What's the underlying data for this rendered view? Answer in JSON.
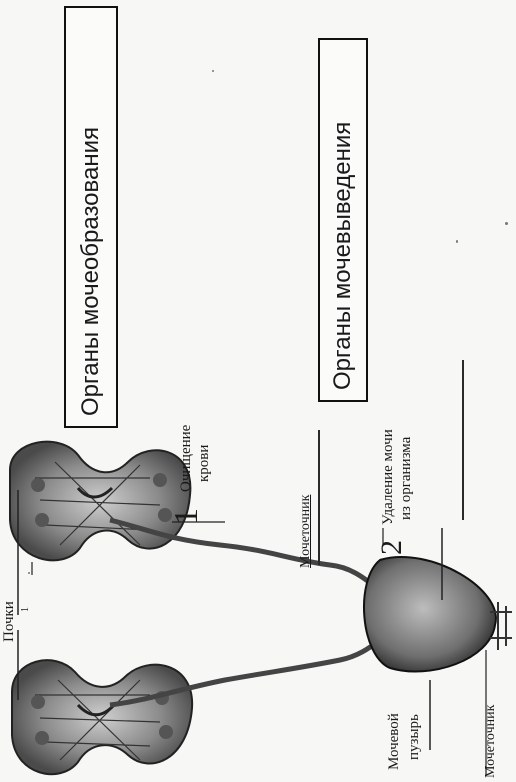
{
  "boxes": {
    "formation": "Органы мочеобразования",
    "excretion": "Органы мочевыведения"
  },
  "labels": {
    "kidneys": "Почки",
    "kidneys_marker": "1",
    "step1_number": "1",
    "step1_line1": "Очищение",
    "step1_line2": "крови",
    "step2_number": "2",
    "step2_line1": "Удаление мочи",
    "step2_line2": "из организма",
    "ureter_right": "Мочеточник",
    "bladder_line1": "Мочевой",
    "bladder_line2": "пузырь",
    "ureter_bottom": "Мочеточник"
  }
}
